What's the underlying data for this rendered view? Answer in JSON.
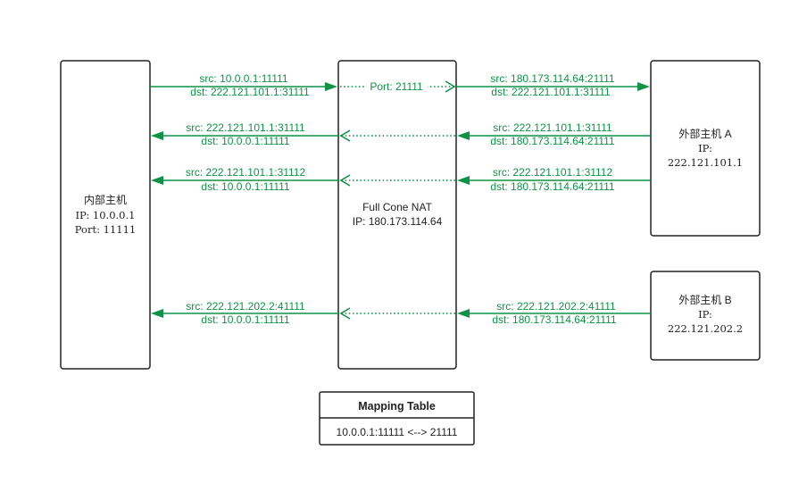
{
  "internal_host": {
    "title": "内部主机",
    "ip": "IP: 10.0.0.1",
    "port": "Port: 11111"
  },
  "nat": {
    "line1": "Full Cone NAT",
    "line2": "IP: 180.173.114.64",
    "port_label": "Port: 21111"
  },
  "host_a": {
    "title": "外部主机 A",
    "ip_label": "IP:",
    "ip": "222.121.101.1"
  },
  "host_b": {
    "title": "外部主机 B",
    "ip_label": "IP:",
    "ip": "222.121.202.2"
  },
  "flows": {
    "r1_left_src": "src: 10.0.0.1:11111",
    "r1_left_dst": "dst: 222.121.101.1:31111",
    "r1_right_src": "src: 180.173.114.64:21111",
    "r1_right_dst": "dst: 222.121.101.1:31111",
    "r2_left_src": "src: 222.121.101.1:31111",
    "r2_left_dst": "dst: 10.0.0.1:11111",
    "r2_right_src": "src: 222.121.101.1:31111",
    "r2_right_dst": "dst: 180.173.114.64:21111",
    "r3_left_src": "src: 222.121.101.1:31112",
    "r3_left_dst": "dst: 10.0.0.1:11111",
    "r3_right_src": "src: 222.121.101.1:31112",
    "r3_right_dst": "dst: 180.173.114.64:21111",
    "r4_left_src": "src: 222.121.202.2:41111",
    "r4_left_dst": "dst: 10.0.0.1:11111",
    "r4_right_src": "src: 222.121.202.2:41111",
    "r4_right_dst": "dst: 180.173.114.64:21111"
  },
  "mapping_table": {
    "title": "Mapping Table",
    "row": "10.0.0.1:11111 <--> 21111"
  },
  "colors": {
    "arrow": "#0e9346",
    "border": "#222222",
    "background": "#ffffff"
  }
}
